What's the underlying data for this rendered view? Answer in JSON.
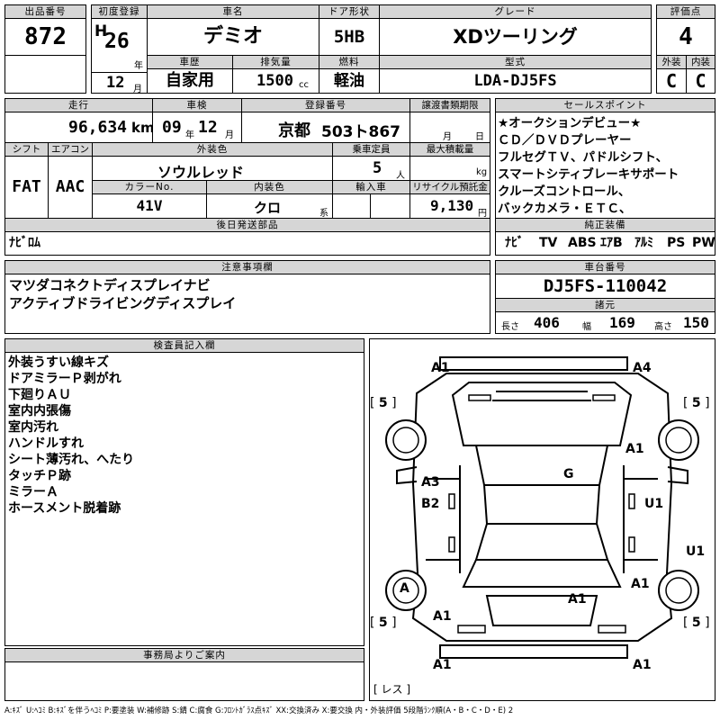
{
  "header": {
    "lot_no_label": "出品番号",
    "lot_no": "872",
    "first_reg_label": "初度登録",
    "era": "H",
    "first_reg_year": "26",
    "year_unit": "年",
    "first_reg_month": "12",
    "month_unit": "月",
    "car_name_label": "車名",
    "car_name": "デミオ",
    "door_label": "ドア形状",
    "door": "5HB",
    "grade_label": "グレード",
    "grade": "XDツーリング",
    "score_label": "評価点",
    "score": "4",
    "history_label": "車歴",
    "history": "自家用",
    "displacement_label": "排気量",
    "displacement": "1500",
    "displacement_unit": "cc",
    "fuel_label": "燃料",
    "fuel": "軽油",
    "model_label": "型式",
    "model": "LDA-DJ5FS",
    "ext_label": "外装",
    "ext_score": "C",
    "int_label": "内装",
    "int_score": "C"
  },
  "row2": {
    "mileage_label": "走行",
    "mileage": "96,634",
    "mileage_unit": "km",
    "inspection_label": "車検",
    "inspection_year": "09",
    "inspection_year_unit": "年",
    "inspection_month": "12",
    "inspection_month_unit": "月",
    "plate_label": "登録番号",
    "plate_area": "京都",
    "plate_num": "503ト867",
    "transfer_label": "譲渡書類期限",
    "transfer_month_unit": "月",
    "transfer_day_unit": "日",
    "shift_label": "シフト",
    "shift": "FAT",
    "ac_label": "エアコン",
    "ac": "AAC",
    "color_label": "外装色",
    "color": "ソウルレッド",
    "capacity_label": "乗車定員",
    "capacity": "5",
    "capacity_unit": "人",
    "load_label": "最大積載量",
    "load_unit": "kg",
    "color_no_label": "カラーNo.",
    "color_no": "41V",
    "int_color_label": "内装色",
    "int_color": "クロ",
    "int_color_unit": "系",
    "import_label": "輸入車",
    "recycle_label": "リサイクル預託金",
    "recycle": "9,130",
    "recycle_unit": "円",
    "later_label": "後日発送部品",
    "later": "ﾅﾋﾞﾛﾑ"
  },
  "sales_point": {
    "label": "セールスポイント",
    "lines": [
      "★オークションデビュー★",
      "ＣＤ／ＤＶＤプレーヤー",
      "フルセグＴＶ、パドルシフト、",
      "スマートシティブレーキサポート",
      "クルーズコントロール、",
      "バックカメラ・ＥＴＣ、"
    ]
  },
  "equipment": {
    "label": "純正装備",
    "items": [
      "ﾅﾋﾞ",
      "TV",
      "ABS",
      "ｴｱB",
      "ｱﾙﾐ",
      "PS",
      "PW"
    ]
  },
  "notice": {
    "label": "注意事項欄",
    "lines": [
      "マツダコネクトディスプレイナビ",
      "アクティブドライビングディスプレイ"
    ]
  },
  "chassis": {
    "label": "車台番号",
    "number": "DJ5FS-110042",
    "dims_label": "諸元",
    "length_label": "長さ",
    "length": "406",
    "width_label": "幅",
    "width": "169",
    "height_label": "高さ",
    "height": "150"
  },
  "inspector": {
    "label": "検査員記入欄",
    "lines": [
      "外装うすい線キズ",
      "ドアミラーＰ剥がれ",
      "下廻りＡＵ",
      "室内内張傷",
      "室内汚れ",
      "ハンドルすれ",
      "シート薄汚れ、へたり",
      "タッチＰ跡",
      "ミラーＡ",
      "ホースメント脱着跡"
    ]
  },
  "office": {
    "label": "事務局よりご案内"
  },
  "diagram": {
    "marks": {
      "fl_bumper": "A1",
      "fr_bumper": "A4",
      "fr_fender": "A1",
      "roof": "G",
      "l_front_door": "A3",
      "l_rear_door": "B2",
      "r_front_door": "U1",
      "r_rear_door": "U1",
      "l_rear_wheel": "A",
      "r_rear_wheel": "A1",
      "l_quarter": "A1",
      "trunk": "A1",
      "rl_bumper": "A1",
      "rr_bumper": "A1"
    },
    "tire_fl": "5",
    "tire_fr": "5",
    "tire_rl": "5",
    "tire_rr": "5",
    "spare": "レス"
  },
  "legend": "A:ｷｽﾞ  U:ﾍｺﾐ  B:ｷｽﾞを伴うﾍｺﾐ  P:要塗装  W:補修跡  S:錆  C:腐食  G:ﾌﾛﾝﾄｶﾞﾗｽ点ｷｽﾞ  XX:交換済み  X:要交換   内・外装評価  5段階ﾗﾝｸ順(A・B・C・D・E) 2"
}
